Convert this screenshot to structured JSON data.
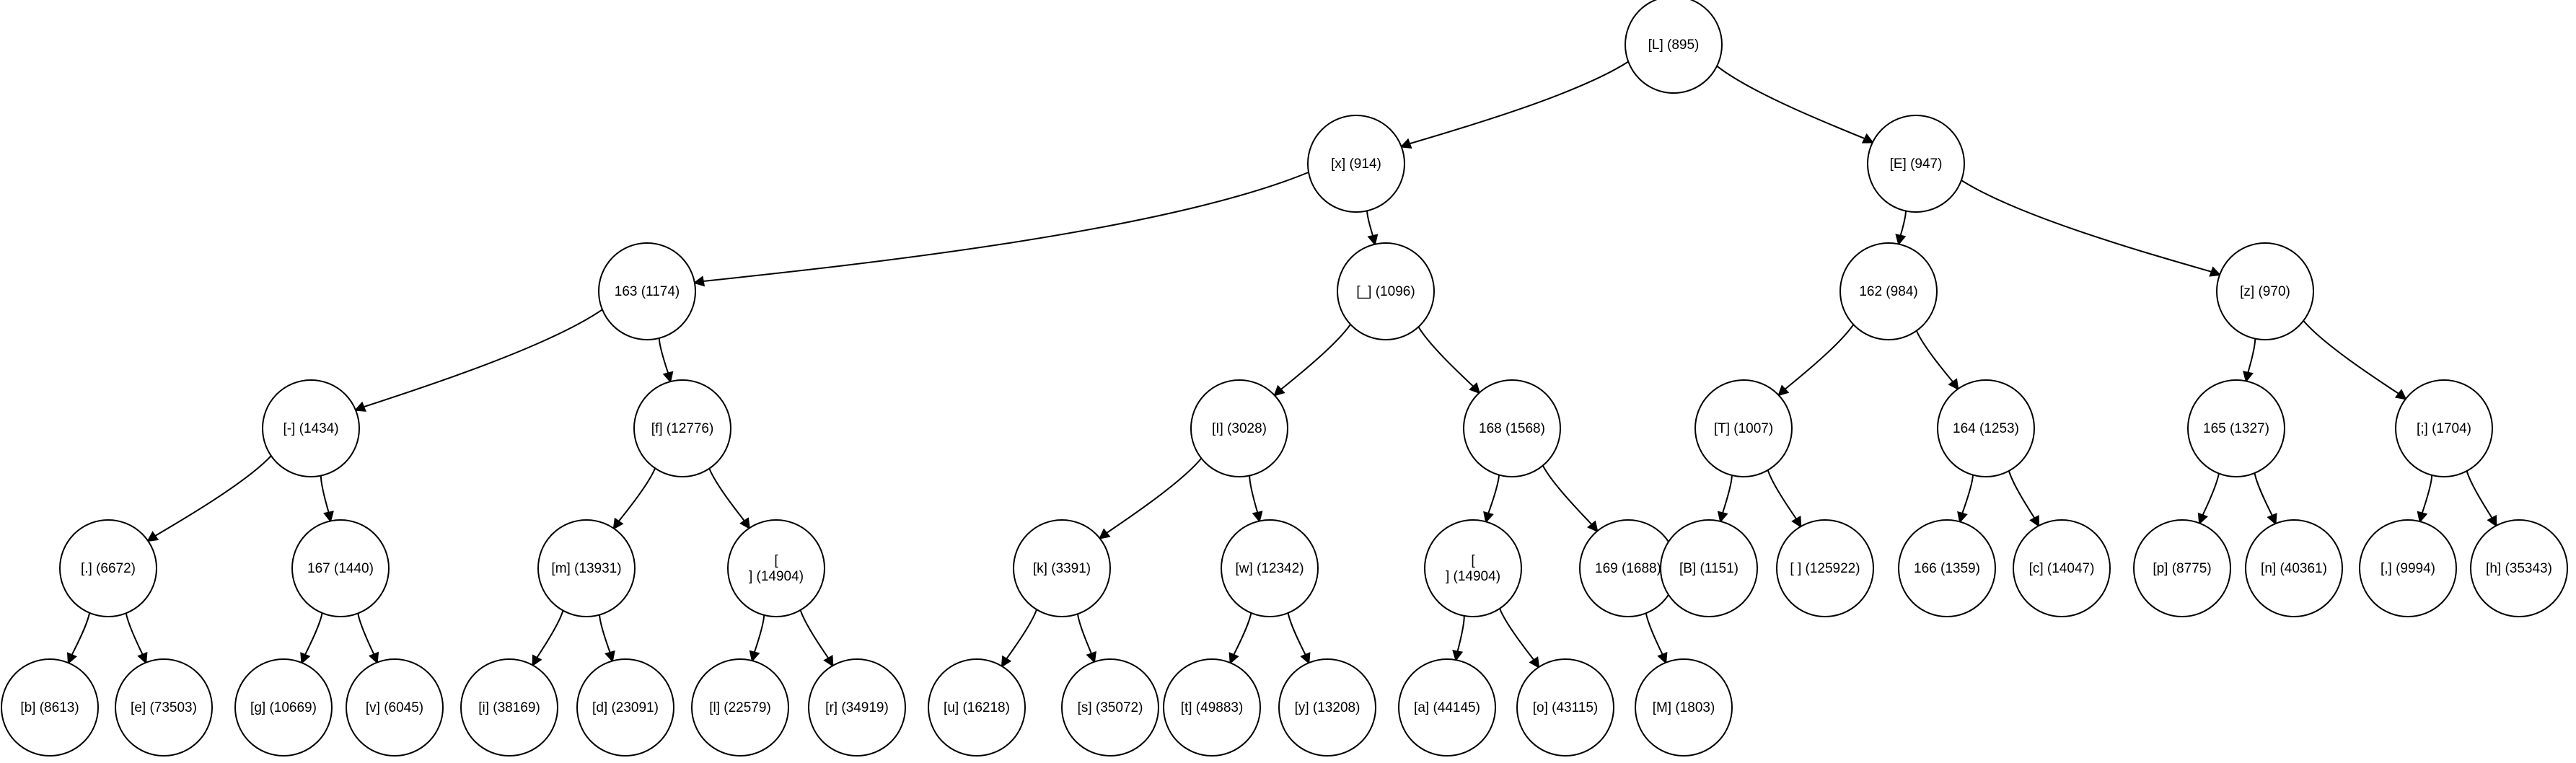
{
  "nodes": [
    {
      "id": "n1",
      "label": "[L] (895)"
    },
    {
      "id": "n2",
      "label": "[x] (914)"
    },
    {
      "id": "n3",
      "label": "[E] (947)"
    },
    {
      "id": "n4",
      "label": "163 (1174)"
    },
    {
      "id": "n5",
      "label": "[_] (1096)"
    },
    {
      "id": "n6",
      "label": "162 (984)"
    },
    {
      "id": "n7",
      "label": "[z] (970)"
    },
    {
      "id": "n8",
      "label": "[-] (1434)"
    },
    {
      "id": "n9",
      "label": "[f] (12776)"
    },
    {
      "id": "n10",
      "label": "[I] (3028)"
    },
    {
      "id": "n11",
      "label": "168 (1568)"
    },
    {
      "id": "n12",
      "label": "[T] (1007)"
    },
    {
      "id": "n13",
      "label": "164 (1253)"
    },
    {
      "id": "n14",
      "label": "165 (1327)"
    },
    {
      "id": "n15",
      "label": "[;] (1704)"
    },
    {
      "id": "n16",
      "label": "[.] (6672)"
    },
    {
      "id": "n17",
      "label": "167 (1440)"
    },
    {
      "id": "n18",
      "label": "[m] (13931)"
    },
    {
      "id": "n19",
      "label": "[\n] (14904)"
    },
    {
      "id": "n20",
      "label": "[k] (3391)"
    },
    {
      "id": "n21",
      "label": "[w] (12342)"
    },
    {
      "id": "n22",
      "label": "[\n] (14904)"
    },
    {
      "id": "n23",
      "label": "169 (1688)"
    },
    {
      "id": "n24",
      "label": "[B] (1151)"
    },
    {
      "id": "n25",
      "label": "[ ] (125922)"
    },
    {
      "id": "n26",
      "label": "166 (1359)"
    },
    {
      "id": "n27",
      "label": "[c] (14047)"
    },
    {
      "id": "n28",
      "label": "[p] (8775)"
    },
    {
      "id": "n29",
      "label": "[n] (40361)"
    },
    {
      "id": "n30",
      "label": "[,] (9994)"
    },
    {
      "id": "n31",
      "label": "[h] (35343)"
    },
    {
      "id": "n32",
      "label": "[b] (8613)"
    },
    {
      "id": "n33",
      "label": "[e] (73503)"
    },
    {
      "id": "n34",
      "label": "[g] (10669)"
    },
    {
      "id": "n35",
      "label": "[v] (6045)"
    },
    {
      "id": "n36",
      "label": "[i] (38169)"
    },
    {
      "id": "n37",
      "label": "[d] (23091)"
    },
    {
      "id": "n38",
      "label": "[l] (22579)"
    },
    {
      "id": "n39",
      "label": "[r] (34919)"
    },
    {
      "id": "n40",
      "label": "[u] (16218)"
    },
    {
      "id": "n41",
      "label": "[s] (35072)"
    },
    {
      "id": "n42",
      "label": "[t] (49883)"
    },
    {
      "id": "n43",
      "label": "[y] (13208)"
    },
    {
      "id": "n44",
      "label": "[a] (44145)"
    },
    {
      "id": "n45",
      "label": "[o] (43115)"
    },
    {
      "id": "n46",
      "label": "[M] (1803)"
    }
  ],
  "edges": [
    [
      "n1",
      "n2"
    ],
    [
      "n1",
      "n3"
    ],
    [
      "n2",
      "n4"
    ],
    [
      "n2",
      "n5"
    ],
    [
      "n3",
      "n6"
    ],
    [
      "n3",
      "n7"
    ],
    [
      "n4",
      "n8"
    ],
    [
      "n4",
      "n9"
    ],
    [
      "n5",
      "n10"
    ],
    [
      "n5",
      "n11"
    ],
    [
      "n6",
      "n12"
    ],
    [
      "n6",
      "n13"
    ],
    [
      "n7",
      "n14"
    ],
    [
      "n7",
      "n15"
    ],
    [
      "n8",
      "n16"
    ],
    [
      "n8",
      "n17"
    ],
    [
      "n9",
      "n18"
    ],
    [
      "n9",
      "n19"
    ],
    [
      "n10",
      "n20"
    ],
    [
      "n10",
      "n21"
    ],
    [
      "n11",
      "n22"
    ],
    [
      "n11",
      "n23"
    ],
    [
      "n12",
      "n24"
    ],
    [
      "n12",
      "n25"
    ],
    [
      "n13",
      "n26"
    ],
    [
      "n13",
      "n27"
    ],
    [
      "n14",
      "n28"
    ],
    [
      "n14",
      "n29"
    ],
    [
      "n15",
      "n30"
    ],
    [
      "n15",
      "n31"
    ],
    [
      "n16",
      "n32"
    ],
    [
      "n16",
      "n33"
    ],
    [
      "n17",
      "n34"
    ],
    [
      "n17",
      "n35"
    ],
    [
      "n18",
      "n36"
    ],
    [
      "n18",
      "n37"
    ],
    [
      "n19",
      "n38"
    ],
    [
      "n19",
      "n39"
    ],
    [
      "n20",
      "n40"
    ],
    [
      "n20",
      "n41"
    ],
    [
      "n21",
      "n42"
    ],
    [
      "n21",
      "n43"
    ],
    [
      "n22",
      "n44"
    ],
    [
      "n22",
      "n45"
    ],
    [
      "n23",
      "n46"
    ]
  ]
}
